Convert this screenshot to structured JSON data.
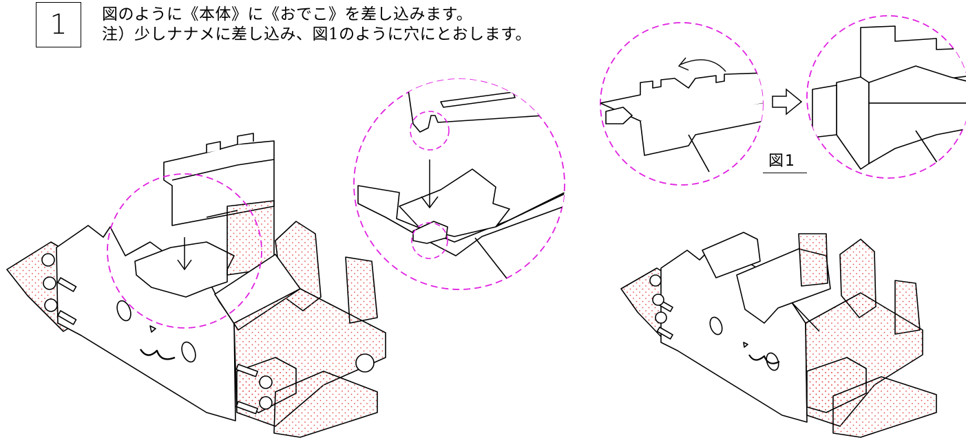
{
  "step": {
    "number": "1"
  },
  "instructions": {
    "line1": "図のように《本体》に《おでこ》を差し込みます。",
    "line2": "注）少しナナメに差し込み、図1のように穴にとおします。"
  },
  "figure_label": "図1",
  "colors": {
    "accent_dash": "#e020e0",
    "dots": "#e24a4a",
    "line": "#000000"
  },
  "icons": {
    "arrow_down": "arrow-down-icon",
    "arrow_right": "arrow-right-icon",
    "arrow_rotate": "rotate-arrow-icon"
  }
}
